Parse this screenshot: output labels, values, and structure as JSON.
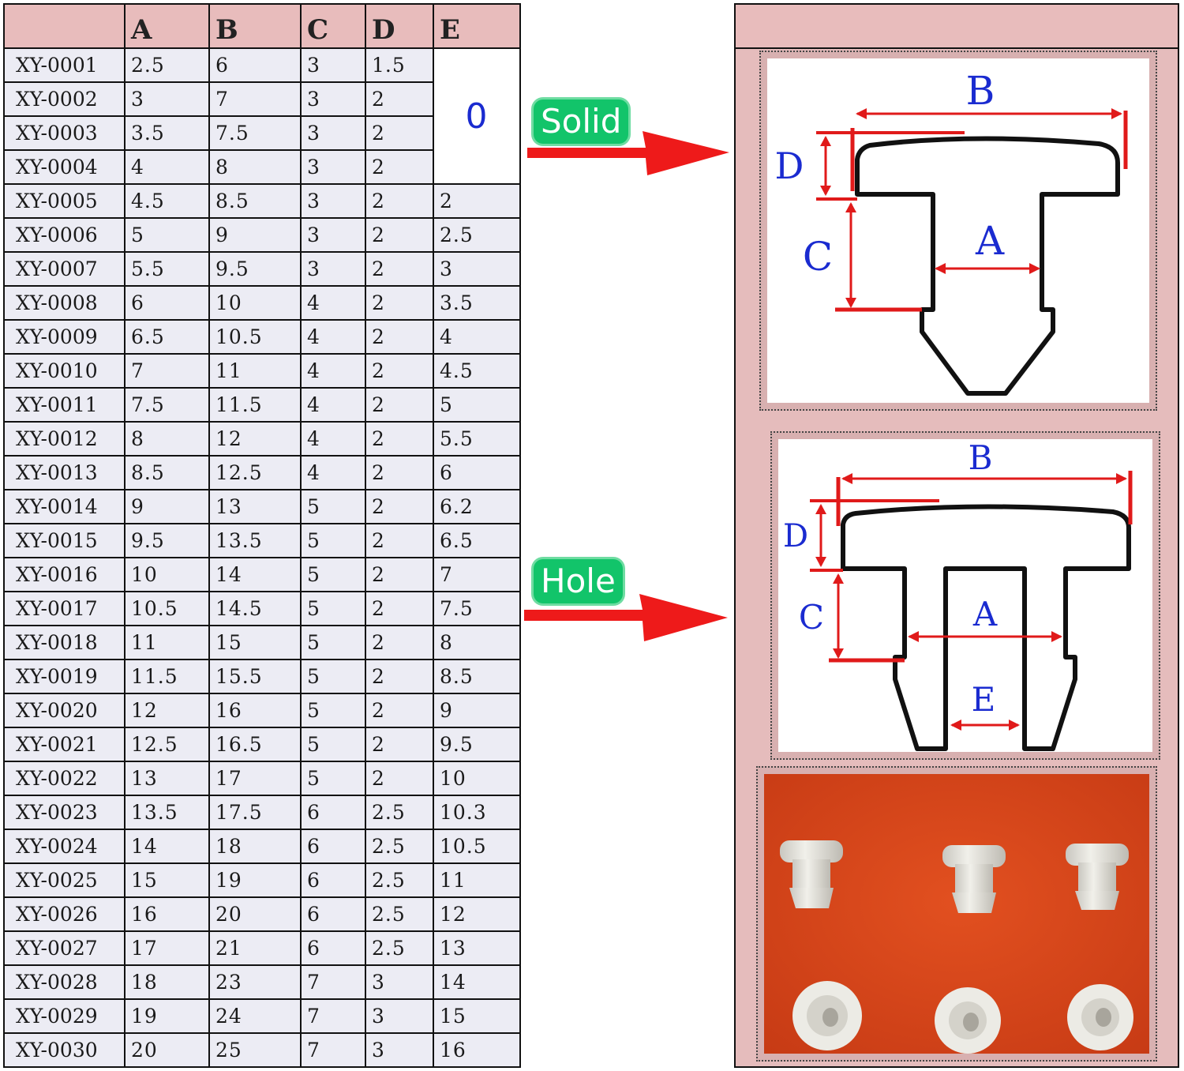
{
  "table": {
    "headers": [
      "",
      "A",
      "B",
      "C",
      "D",
      "E"
    ],
    "rows": [
      [
        "XY-0001",
        "2.5",
        "6",
        "3",
        "1.5"
      ],
      [
        "XY-0002",
        "3",
        "7",
        "3",
        "2"
      ],
      [
        "XY-0003",
        "3.5",
        "7.5",
        "3",
        "2"
      ],
      [
        "XY-0004",
        "4",
        "8",
        "3",
        "2"
      ],
      [
        "XY-0005",
        "4.5",
        "8.5",
        "3",
        "2",
        "2"
      ],
      [
        "XY-0006",
        "5",
        "9",
        "3",
        "2",
        "2.5"
      ],
      [
        "XY-0007",
        "5.5",
        "9.5",
        "3",
        "2",
        "3"
      ],
      [
        "XY-0008",
        "6",
        "10",
        "4",
        "2",
        "3.5"
      ],
      [
        "XY-0009",
        "6.5",
        "10.5",
        "4",
        "2",
        "4"
      ],
      [
        "XY-0010",
        "7",
        "11",
        "4",
        "2",
        "4.5"
      ],
      [
        "XY-0011",
        "7.5",
        "11.5",
        "4",
        "2",
        "5"
      ],
      [
        "XY-0012",
        "8",
        "12",
        "4",
        "2",
        "5.5"
      ],
      [
        "XY-0013",
        "8.5",
        "12.5",
        "4",
        "2",
        "6"
      ],
      [
        "XY-0014",
        "9",
        "13",
        "5",
        "2",
        "6.2"
      ],
      [
        "XY-0015",
        "9.5",
        "13.5",
        "5",
        "2",
        "6.5"
      ],
      [
        "XY-0016",
        "10",
        "14",
        "5",
        "2",
        "7"
      ],
      [
        "XY-0017",
        "10.5",
        "14.5",
        "5",
        "2",
        "7.5"
      ],
      [
        "XY-0018",
        "11",
        "15",
        "5",
        "2",
        "8"
      ],
      [
        "XY-0019",
        "11.5",
        "15.5",
        "5",
        "2",
        "8.5"
      ],
      [
        "XY-0020",
        "12",
        "16",
        "5",
        "2",
        "9"
      ],
      [
        "XY-0021",
        "12.5",
        "16.5",
        "5",
        "2",
        "9.5"
      ],
      [
        "XY-0022",
        "13",
        "17",
        "5",
        "2",
        "10"
      ],
      [
        "XY-0023",
        "13.5",
        "17.5",
        "6",
        "2.5",
        "10.3"
      ],
      [
        "XY-0024",
        "14",
        "18",
        "6",
        "2.5",
        "10.5"
      ],
      [
        "XY-0025",
        "15",
        "19",
        "6",
        "2.5",
        "11"
      ],
      [
        "XY-0026",
        "16",
        "20",
        "6",
        "2.5",
        "12"
      ],
      [
        "XY-0027",
        "17",
        "21",
        "6",
        "2.5",
        "13"
      ],
      [
        "XY-0028",
        "18",
        "23",
        "7",
        "3",
        "14"
      ],
      [
        "XY-0029",
        "19",
        "24",
        "7",
        "3",
        "15"
      ],
      [
        "XY-0030",
        "20",
        "25",
        "7",
        "3",
        "16"
      ]
    ],
    "solid_e_value": "0"
  },
  "labels": {
    "solid": "Solid",
    "hole": "Hole"
  },
  "diagram_solid": {
    "dim_b": "B",
    "dim_d": "D",
    "dim_c": "C",
    "dim_a": "A"
  },
  "diagram_hole": {
    "dim_b": "B",
    "dim_d": "D",
    "dim_c": "C",
    "dim_a": "A",
    "dim_e": "E"
  },
  "colors": {
    "header_bg": "#e8bcbc",
    "row_bg": "#ececf4",
    "tag_green": "#12c46a",
    "arrow_red": "#ee1a1a",
    "dim_red": "#e01a1a",
    "letter_blue": "#1a2bd0",
    "photo_bg": "#d7441a"
  }
}
